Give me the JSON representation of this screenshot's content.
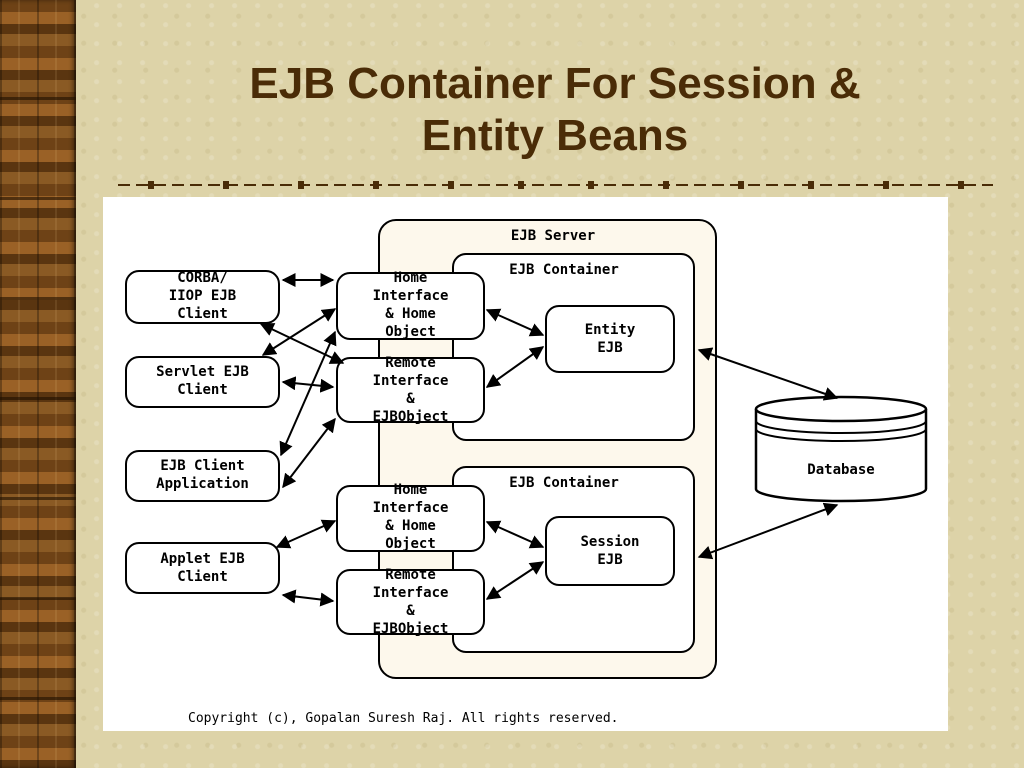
{
  "slide": {
    "title_line1": "EJB Container For Session &",
    "title_line2": "Entity Beans",
    "title_color": "#4a2c07"
  },
  "diagram": {
    "server_label": "EJB Server",
    "container_top_label": "EJB Container",
    "container_bottom_label": "EJB Container",
    "clients": [
      "CORBA/\nIIOP EJB\nClient",
      "Servlet EJB\nClient",
      "EJB Client\nApplication",
      "Applet EJB\nClient"
    ],
    "home_interface": "Home\nInterface\n& Home\nObject",
    "remote_interface": "Remote\nInterface\n&\nEJBObject",
    "entity_ejb": "Entity\nEJB",
    "session_ejb": "Session\nEJB",
    "database": "Database",
    "copyright": "Copyright (c), Gopalan Suresh Raj. All rights reserved."
  },
  "icons": [
    "bidirectional-arrow",
    "database-cylinder"
  ]
}
